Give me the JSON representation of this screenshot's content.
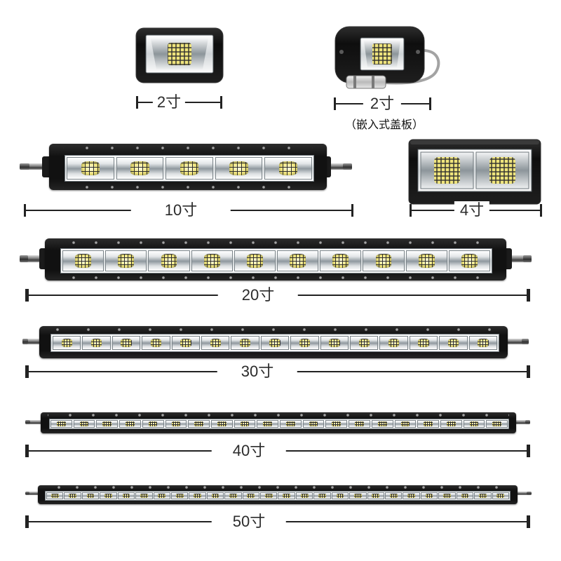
{
  "products": {
    "pod_2": {
      "size_label": "2寸"
    },
    "flush_mount_2": {
      "size_label": "2寸",
      "note": "（嵌入式盖板）"
    },
    "bar_10": {
      "size_label": "10寸"
    },
    "pod_4": {
      "size_label": "4寸"
    },
    "bar_20": {
      "size_label": "20寸"
    },
    "bar_30": {
      "size_label": "30寸"
    },
    "bar_40": {
      "size_label": "40寸"
    },
    "bar_50": {
      "size_label": "50寸"
    }
  },
  "colors": {
    "background": "#ffffff",
    "housing": "#111111",
    "lens": "#f3f5f6",
    "led": "#efe47c",
    "dimension_line": "#222222"
  }
}
